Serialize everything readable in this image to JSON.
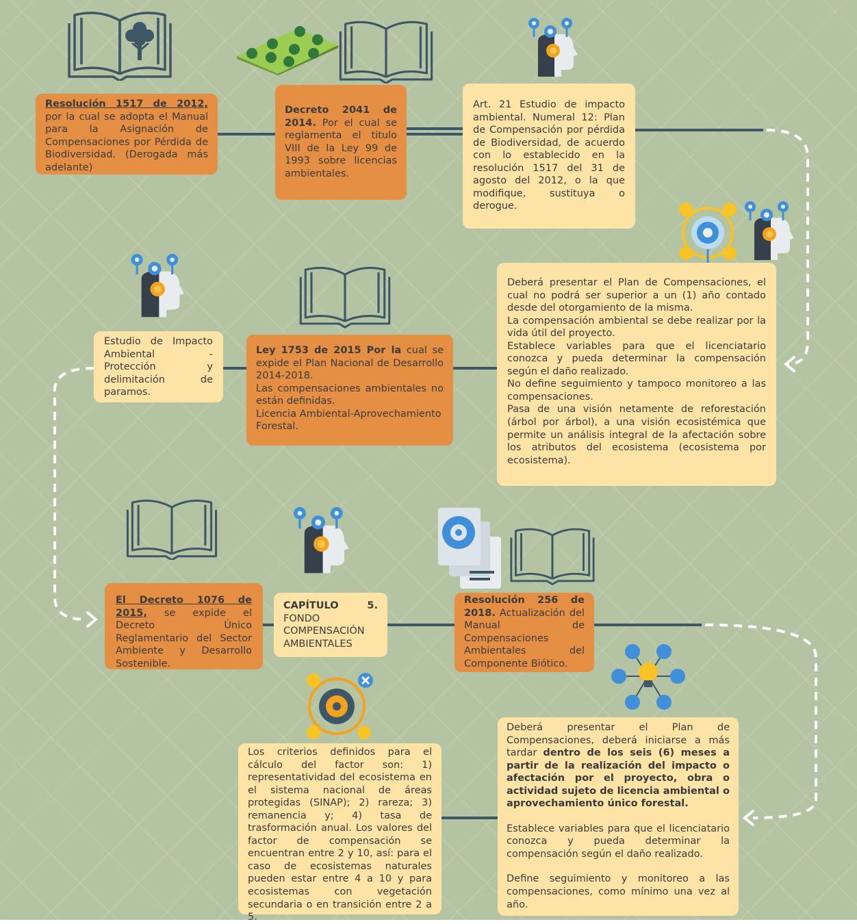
{
  "colors": {
    "background": "#b4c4a2",
    "dark_box": "#e58f45",
    "light_box": "#fde3a6",
    "line": "#3d5766",
    "dashed": "#ffffff",
    "book": "#3d5766",
    "accent_blue": "#3f8fd9",
    "accent_yellow": "#f7c325"
  },
  "icons": [
    "book-icon",
    "tree-icon",
    "trees-field-icon",
    "head-gears-icon",
    "target-network-icon",
    "document-gear-icon",
    "lightbulb-network-icon",
    "gear-cycle-icon"
  ],
  "boxes": {
    "res1517": {
      "bold": "Resolución 1517 de 2012,",
      "text": " por la cual se adopta el Manual para la Asignación de Compensaciones por Pérdida de Biodiversidad. (Derogada más adelante)"
    },
    "dec2041": {
      "bold": "Decreto 2041 de 2014.",
      "text": " Por el cual se reglamenta el titulo VIII de la Ley 99 de 1993 sobre licencias ambientales."
    },
    "art21": {
      "text": "Art. 21 Estudio de impacto ambiental. Numeral 12: Plan de Compensación por pérdida de Biodiversidad, de acuerdo con lo establecido en la resolución 1517 del 31 de agosto del 2012, o la que modifique, sustituya o derogue."
    },
    "plan1": {
      "lines": [
        "Deberá presentar el Plan de Compensaciones, el cual no podrá ser superior a un (1) año contado desde del otorgamiento de la misma.",
        "La compensación ambiental se debe realizar por la vida útil del proyecto.",
        "Establece variables para que el licenciatario conozca y pueda determinar la compensación según el daño realizado.",
        "No define seguimiento y tampoco monitoreo a las compensaciones.",
        "Pasa de una visión netamente de reforestación (árbol por árbol), a una visión ecosistémica que permite un análisis integral de la afectación sobre los atributos del ecosistema (ecosistema por ecosistema)."
      ]
    },
    "ley1753": {
      "bold": "Ley 1753 de 2015 Por la",
      "text": " cual se expide el Plan Nacional de Desarrollo 2014-2018.",
      "lines": [
        "Las compensaciones ambientales no están definidas.",
        "Licencia Ambiental-Aprovechamiento Forestal."
      ]
    },
    "estudio": {
      "text": "Estudio de Impacto Ambiental - Protección y delimitación de paramos."
    },
    "dec1076": {
      "bold": "El Decreto 1076 de 2015,",
      "text": " se expide el Decreto Único Reglamentario del Sector Ambiente y Desarrollo Sostenible."
    },
    "capitulo": {
      "line1": "CAPÍTULO 5.",
      "line2": "FONDO COMPENSACIÓN AMBIENTALES"
    },
    "res256": {
      "bold": "Resolución 256 de 2018.",
      "text": " Actualización del Manual de Compensaciones Ambientales del Componente Biótico."
    },
    "criterios": {
      "text": "Los criterios definidos para el cálculo del factor son: 1) representatividad del ecosistema en el sistema nacional de áreas protegidas (SINAP); 2) rareza; 3) remanencia y; 4) tasa de trasformación anual. Los valores del factor de compensación se encuentran entre 2 y 10, así: para el caso de ecosistemas naturales pueden estar entre 4 a 10 y para ecosistemas con vegetación secundaria o en transición entre 2 a 5."
    },
    "plan2": {
      "intro": "Deberá presentar el Plan de Compensaciones, deberá iniciarse a más tardar ",
      "bold": "dentro de los seis (6) meses a partir de la realización del impacto o afectación por el proyecto, obra o actividad sujeto de licencia ambiental o aprovechamiento único forestal.",
      "p2": "Establece variables para que el licenciatario conozca y pueda determinar la compensación según el daño realizado.",
      "p3": "Define seguimiento y monitoreo a las compensaciones, como mínimo una vez al año."
    }
  }
}
